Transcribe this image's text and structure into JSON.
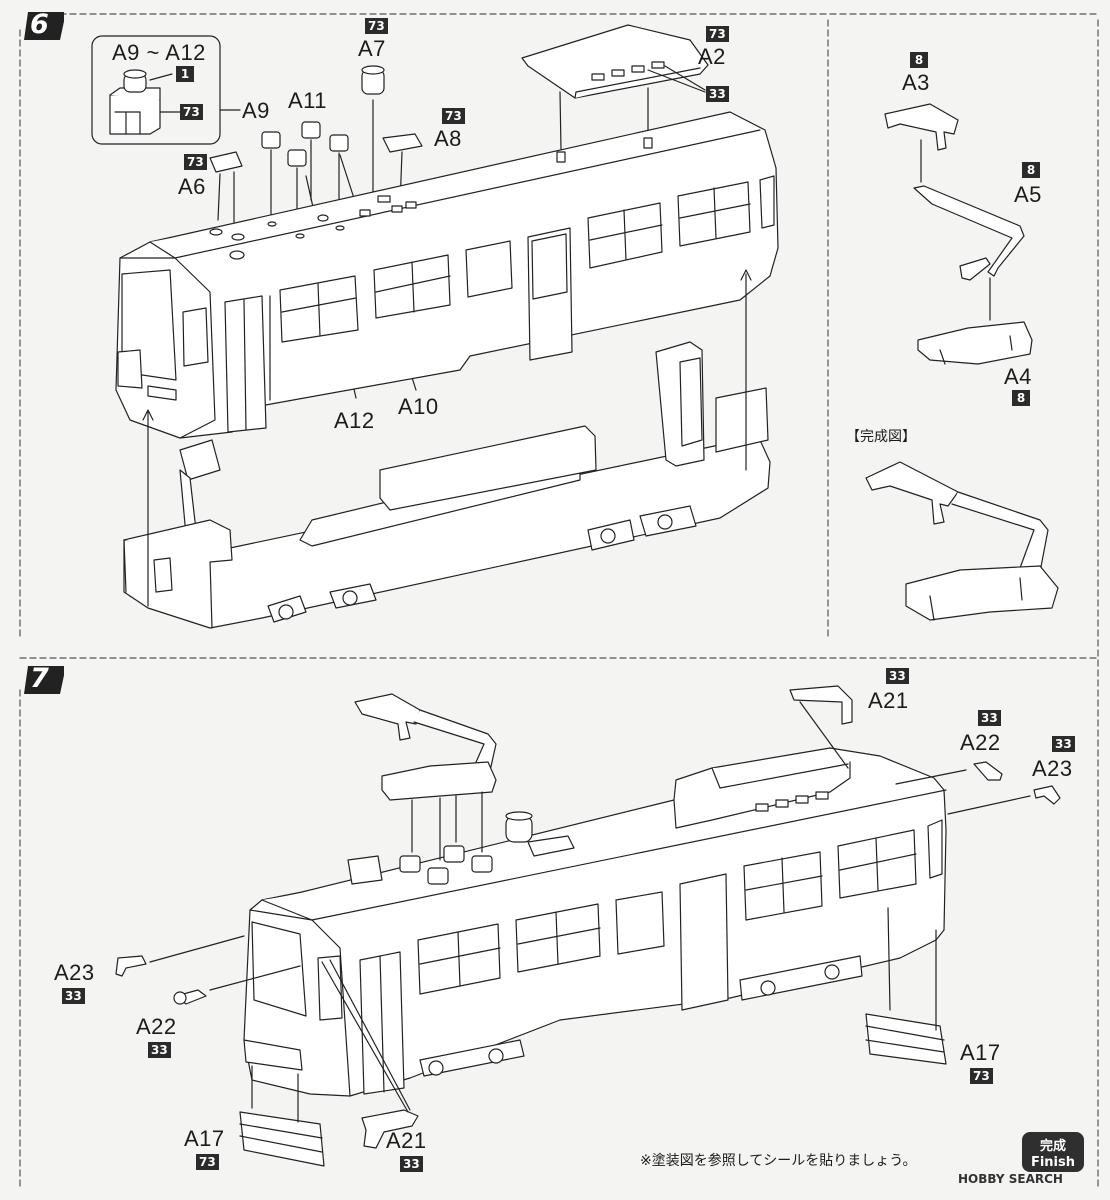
{
  "step6": {
    "number": "6",
    "inset_title": "A9 ~ A12",
    "labels": {
      "A9": "A9",
      "A11": "A11",
      "A7": "A7",
      "A2": "A2",
      "A8": "A8",
      "A6": "A6",
      "A12": "A12",
      "A10": "A10",
      "A3": "A3",
      "A5": "A5",
      "A4": "A4"
    },
    "badges": {
      "inset_top": "1",
      "inset_side": "73",
      "A7": "73",
      "A2": "73",
      "A2_vent": "33",
      "A8": "73",
      "A6": "73",
      "A3": "8",
      "A5": "8",
      "A4": "8"
    },
    "completed_label": "【完成図】"
  },
  "step7": {
    "number": "7",
    "labels": {
      "A21_top": "A21",
      "A22_right": "A22",
      "A23_right": "A23",
      "A23_left": "A23",
      "A22_left": "A22",
      "A17_left": "A17",
      "A21_bottom": "A21",
      "A17_right": "A17"
    },
    "badges": {
      "A21_top": "33",
      "A22_right": "33",
      "A23_right": "33",
      "A23_left": "33",
      "A22_left": "33",
      "A17_left": "73",
      "A21_bottom": "33",
      "A17_right": "73"
    },
    "note": "※塗装図を参照してシールを貼りましょう。",
    "finish_jp": "完成",
    "finish_en": "Finish"
  },
  "watermark": "HOBBY SEARCH"
}
